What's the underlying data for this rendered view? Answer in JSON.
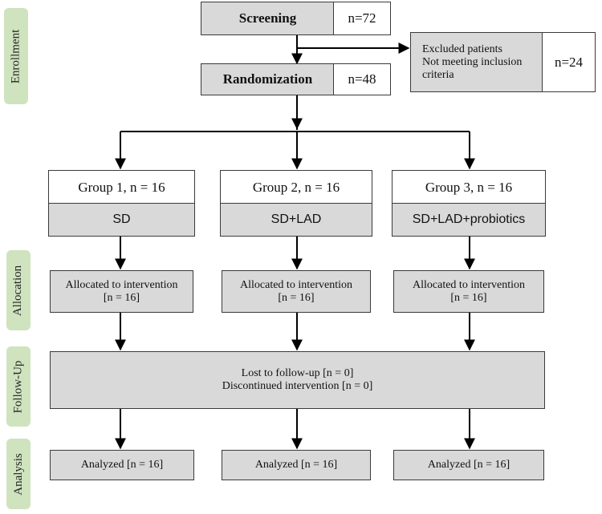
{
  "stages": {
    "enrollment": "Enrollment",
    "allocation": "Allocation",
    "follow_up": "Follow-Up",
    "analysis": "Analysis"
  },
  "screening": {
    "label": "Screening",
    "count": "n=72"
  },
  "randomization": {
    "label": "Randomization",
    "count": "n=48"
  },
  "excluded": {
    "line1": "Excluded patients",
    "line2": "Not meeting inclusion",
    "line3": "criteria",
    "count": "n=24"
  },
  "groups": [
    {
      "header": "Group 1, n = 16",
      "treatment": "SD",
      "allocated_line1": "Allocated to intervention",
      "allocated_line2": "[n = 16]",
      "analyzed": "Analyzed [n = 16]"
    },
    {
      "header": "Group 2, n = 16",
      "treatment": "SD+LAD",
      "allocated_line1": "Allocated to intervention",
      "allocated_line2": "[n = 16]",
      "analyzed": "Analyzed [n = 16]"
    },
    {
      "header": "Group 3, n = 16",
      "treatment": "SD+LAD+probiotics",
      "allocated_line1": "Allocated to intervention",
      "allocated_line2": "[n = 16]",
      "analyzed": "Analyzed [n = 16]"
    }
  ],
  "follow_up": {
    "line1": "Lost to follow-up [n = 0]",
    "line2": "Discontinued intervention [n = 0]"
  },
  "colors": {
    "box_fill": "#d9d9d9",
    "stage_fill": "#cfe3bf",
    "line": "#000000"
  }
}
